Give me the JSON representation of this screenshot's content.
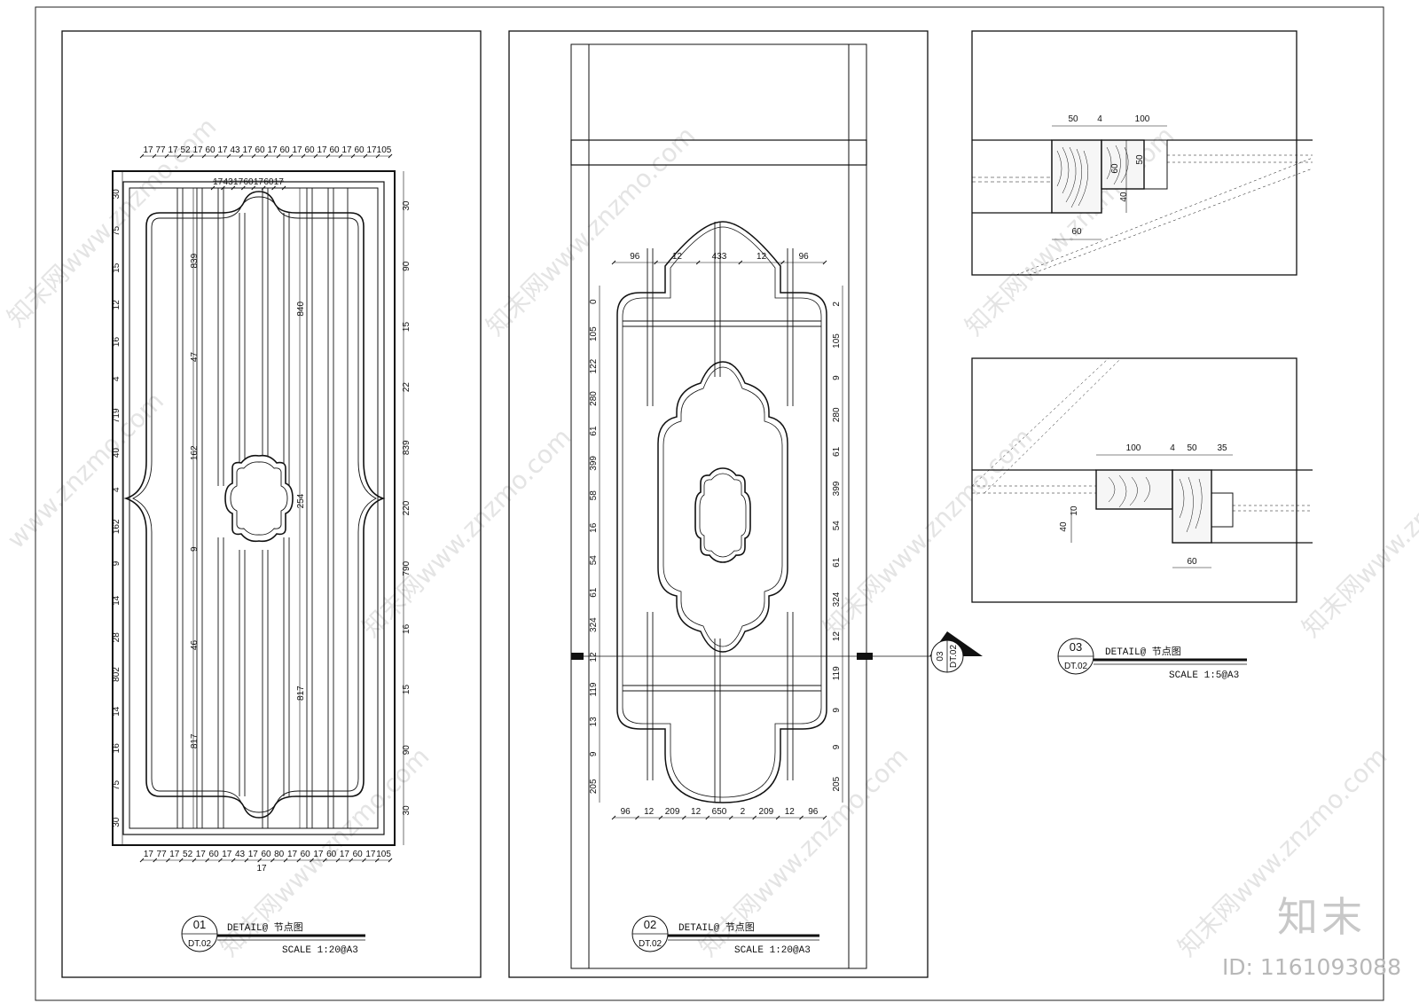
{
  "watermark": {
    "text": "知末网www.znzmo.com",
    "brand": "知末",
    "id": "ID: 1161093088"
  },
  "panels": {
    "p01": {
      "num": "01",
      "sheet": "DT.02",
      "title": "DETAIL@ 节点图",
      "scale": "SCALE 1:20@A3",
      "top_dims": [
        "17",
        "77",
        "17",
        "52",
        "17",
        "60",
        "17",
        "43",
        "17",
        "60",
        "17",
        "60",
        "17",
        "60",
        "17",
        "60",
        "17",
        "60",
        "17",
        "105"
      ],
      "inner_top_dims": [
        "17",
        "43",
        "17",
        "60",
        "17",
        "60",
        "17"
      ],
      "left_dims": [
        "30",
        "75",
        "15",
        "12",
        "16",
        "4",
        "719",
        "40",
        "4",
        "162",
        "9",
        "14",
        "28",
        "802",
        "14",
        "16",
        "75",
        "30"
      ],
      "right_dims": [
        "30",
        "90",
        "15",
        "22",
        "839",
        "220",
        "790",
        "16",
        "15",
        "90",
        "30"
      ],
      "mid_dims_a": [
        "839",
        "47",
        "162",
        "9",
        "46",
        "817"
      ],
      "mid_dims_b": [
        "840",
        "254",
        "817"
      ],
      "bottom_dims": [
        "17",
        "77",
        "17",
        "52",
        "17",
        "60",
        "17",
        "43",
        "17",
        "60",
        "80",
        "17",
        "60",
        "17",
        "60",
        "17",
        "60",
        "17",
        "105"
      ],
      "bottom_extra": "17"
    },
    "p02": {
      "num": "02",
      "sheet": "DT.02",
      "title": "DETAIL@ 节点图",
      "scale": "SCALE 1:20@A3",
      "top_dims": [
        "96",
        "12",
        "433",
        "12",
        "96"
      ],
      "left_dims": [
        "0",
        "105",
        "122",
        "280",
        "61",
        "399",
        "58",
        "16",
        "54",
        "61",
        "324",
        "12",
        "119",
        "13",
        "9",
        "205"
      ],
      "right_dims": [
        "2",
        "105",
        "9",
        "280",
        "61",
        "399",
        "54",
        "61",
        "324",
        "12",
        "119",
        "9",
        "9",
        "205"
      ],
      "bottom_dims": [
        "96",
        "12",
        "209",
        "12",
        "650",
        "2",
        "209",
        "12",
        "96"
      ]
    },
    "p03": {
      "num": "03",
      "sheet": "DT.02",
      "title": "DETAIL@ 节点图",
      "scale": "SCALE 1:5@A3",
      "upper_dims": [
        "50",
        "4",
        "100",
        "60",
        "50",
        "40",
        "60"
      ],
      "lower_dims": [
        "100",
        "4",
        "50",
        "35",
        "40",
        "10",
        "60"
      ]
    },
    "section_mark": {
      "num": "03",
      "sheet": "DT.02"
    }
  }
}
